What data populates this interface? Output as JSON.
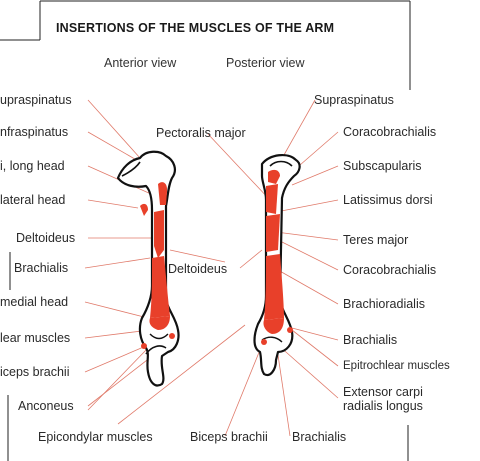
{
  "title": "INSERTIONS OF THE MUSCLES OF THE ARM",
  "views": {
    "anterior": "Anterior view",
    "posterior": "Posterior view"
  },
  "colors": {
    "muscle": "#e8402a",
    "bone": "#111111",
    "leader": "#e07a6a",
    "frame": "#222222"
  },
  "labels_left": [
    "upraspinatus",
    "nfraspinatus",
    "i, long head",
    "lateral head",
    "Deltoideus",
    "Brachialis",
    "medial head",
    "lear muscles",
    "iceps brachii",
    "Anconeus"
  ],
  "labels_center": {
    "pectoralis_major": "Pectoralis major",
    "deltoideus": "Deltoideus"
  },
  "labels_right": [
    "Supraspinatus",
    "Coracobrachialis",
    "Subscapularis",
    "Latissimus dorsi",
    "Teres major",
    "Coracobrachialis",
    "Brachioradialis",
    "Brachialis",
    "Epitrochlear muscles",
    "Extensor carpi",
    "radialis longus"
  ],
  "labels_bottom": {
    "epicondylar": "Epicondylar muscles",
    "biceps": "Biceps brachii",
    "brachialis": "Brachialis"
  }
}
